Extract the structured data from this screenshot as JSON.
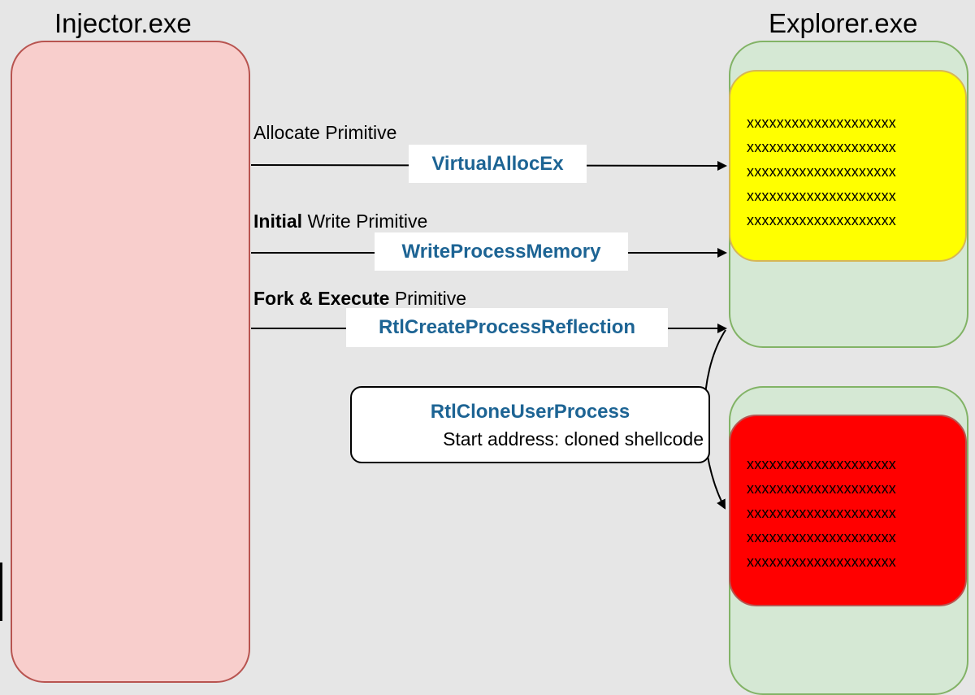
{
  "injector": {
    "title": "Injector.exe"
  },
  "explorer": {
    "title": "Explorer.exe",
    "memory_lines": [
      "xxxxxxxxxxxxxxxxxxxx",
      "xxxxxxxxxxxxxxxxxxxx",
      "xxxxxxxxxxxxxxxxxxxx",
      "xxxxxxxxxxxxxxxxxxxx",
      "xxxxxxxxxxxxxxxxxxxx"
    ]
  },
  "clone": {
    "memory_lines": [
      "xxxxxxxxxxxxxxxxxxxx",
      "xxxxxxxxxxxxxxxxxxxx",
      "xxxxxxxxxxxxxxxxxxxx",
      "xxxxxxxxxxxxxxxxxxxx",
      "xxxxxxxxxxxxxxxxxxxx"
    ]
  },
  "steps": [
    {
      "primitive_bold": "",
      "primitive_rest": "Allocate  Primitive",
      "api": "VirtualAllocEx"
    },
    {
      "primitive_bold": "Initial",
      "primitive_rest": "Write Primitive",
      "api": "WriteProcessMemory"
    },
    {
      "primitive_bold": "Fork & Execute",
      "primitive_rest": "Primitive",
      "api": "RtlCreateProcessReflection"
    }
  ],
  "callout": {
    "title": "RtlCloneUserProcess",
    "subtitle": "Start address:  cloned  shellcode"
  },
  "colors": {
    "injector_fill": "#f8cecc",
    "injector_border": "#b85450",
    "process_fill": "#d5e8d4",
    "process_border": "#82b366",
    "memory_original": "#ffff00",
    "memory_clone": "#ff0000",
    "api_text": "#1d6494"
  }
}
